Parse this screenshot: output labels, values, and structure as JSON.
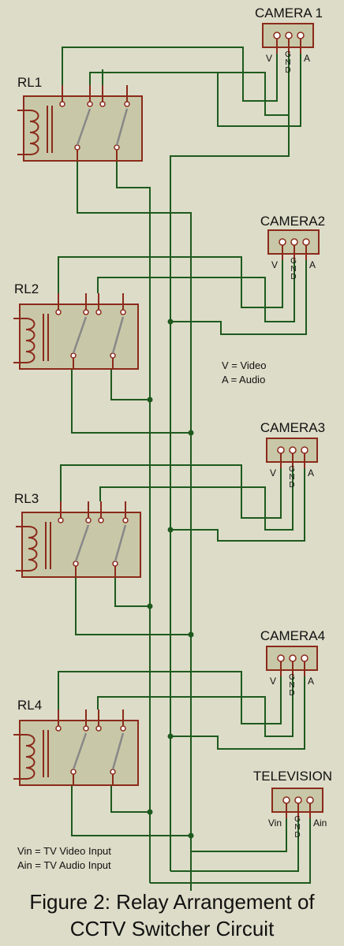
{
  "colors": {
    "background": "#dcdcc8",
    "wire": "#1e5a1e",
    "component": "#8b2a1a",
    "fill": "#c8c8a8"
  },
  "relays": [
    {
      "label": "RL1"
    },
    {
      "label": "RL2"
    },
    {
      "label": "RL3"
    },
    {
      "label": "RL4"
    }
  ],
  "connectors": [
    {
      "title": "CAMERA 1",
      "pins": [
        "V",
        "G\nN\nD",
        "A"
      ]
    },
    {
      "title": "CAMERA2",
      "pins": [
        "V",
        "G\nN\nD",
        "A"
      ]
    },
    {
      "title": "CAMERA3",
      "pins": [
        "V",
        "G\nN\nD",
        "A"
      ]
    },
    {
      "title": "CAMERA4",
      "pins": [
        "V",
        "G\nN\nD",
        "A"
      ]
    },
    {
      "title": "TELEVISION",
      "pins": [
        "Vin",
        "G\nN\nD",
        "Ain"
      ]
    }
  ],
  "legend_top": [
    "V = Video",
    "A = Audio"
  ],
  "legend_bottom": [
    "Vin = TV Video Input",
    "Ain = TV Audio Input"
  ],
  "caption": [
    "Figure 2: Relay Arrangement of",
    "CCTV Switcher Circuit"
  ]
}
